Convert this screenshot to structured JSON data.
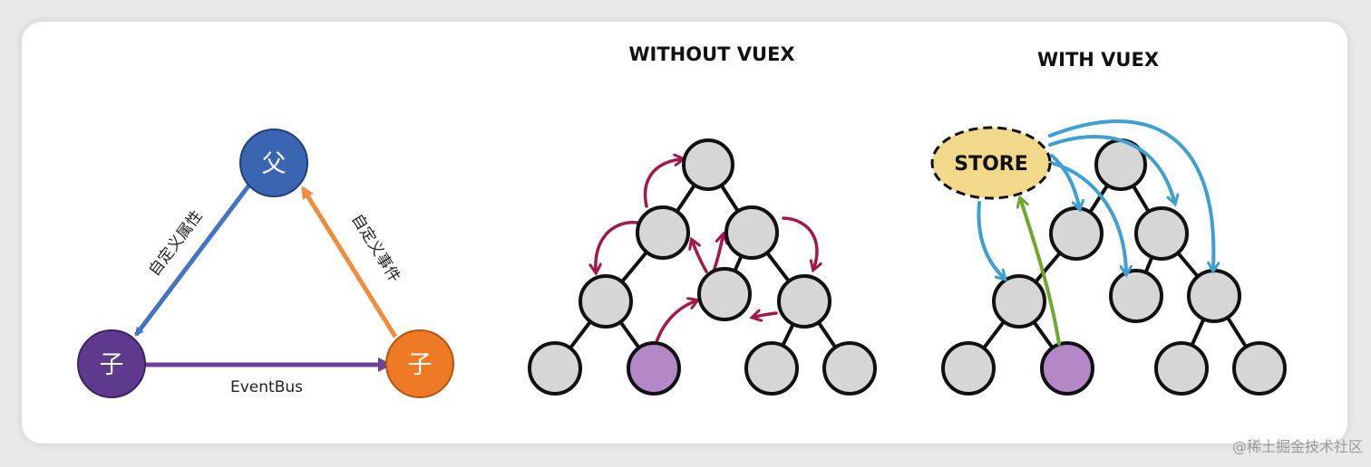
{
  "left_diagram": {
    "parent_node": "父",
    "child_left_node": "子",
    "child_right_node": "子",
    "edge_props": "自定义属性",
    "edge_event": "自定义事件",
    "edge_bus": "EventBus",
    "colors": {
      "parent": "#3a65b3",
      "child_left": "#5e3a8f",
      "child_right": "#ee7a25",
      "props_arrow": "#4472c4",
      "event_arrow": "#ef8d3e",
      "bus_arrow": "#6f3f98"
    }
  },
  "without_vuex": {
    "title": "WITHOUT VUEX",
    "arrow_color": "#a5174a"
  },
  "with_vuex": {
    "title": "WITH VUEX",
    "store_label": "STORE",
    "store_fill": "#f2d88a",
    "blue_arrow_color": "#3d9fd4",
    "green_arrow_color": "#6ea92f"
  },
  "node_colors": {
    "default": "#d6d6d6",
    "highlight": "#b487c7",
    "stroke": "#111111"
  },
  "watermark": "@稀土掘金技术社区"
}
